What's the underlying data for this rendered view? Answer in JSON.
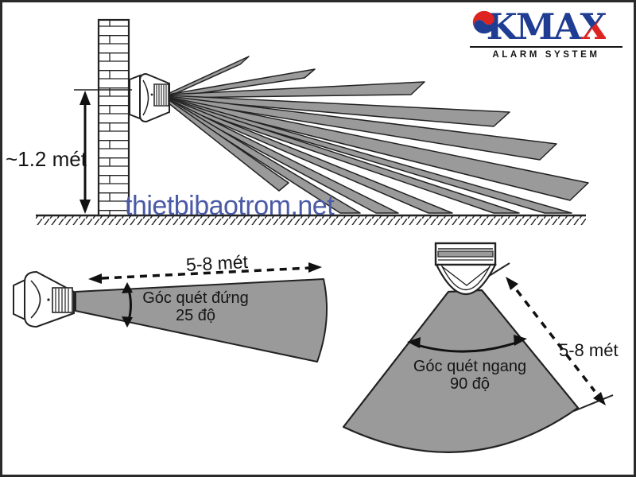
{
  "canvas": {
    "background": "#ffffff",
    "border_color": "#2a2a2a"
  },
  "logo": {
    "letter_k": "K",
    "letters_ma": "MA",
    "letter_x": "X",
    "subtitle": "ALARM SYSTEM",
    "navy": "#1f3d92",
    "red": "#dd2420"
  },
  "watermark": {
    "text": "thietbibaotrom.net",
    "color": "#4b5aa7"
  },
  "palette": {
    "beam_fill": "#9a9a9a",
    "line_color": "#222222"
  },
  "labels": {
    "mount_height": "~1.2 mét",
    "side_range": "5-8 mét",
    "side_angle_line1": "Góc quét đứng",
    "side_angle_line2": "25 độ",
    "top_range": "5-8 mét",
    "top_angle_line1": "Góc quét ngang",
    "top_angle_line2": "90 độ"
  }
}
